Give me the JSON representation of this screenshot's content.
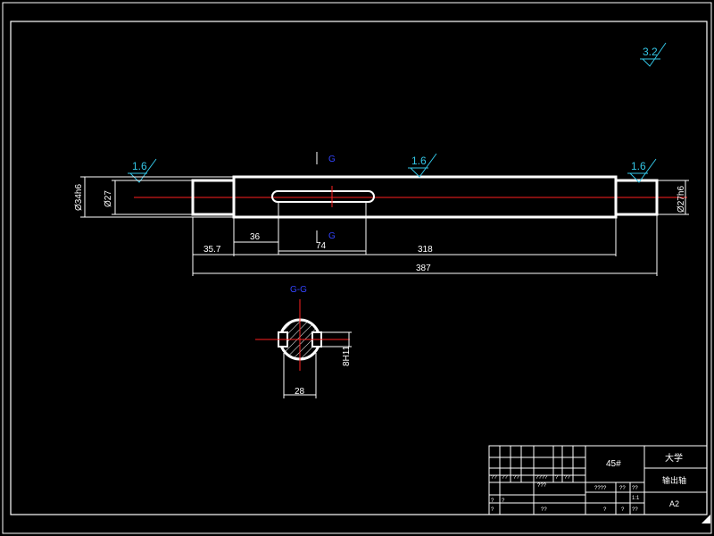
{
  "drawing": {
    "surface_roughness": {
      "general": "3.2",
      "left_journal": "1.6",
      "middle_section": "1.6",
      "right_journal": "1.6"
    },
    "section_marks": {
      "top": "G",
      "bottom": "G",
      "section_title": "G-G"
    },
    "diameters": {
      "left_outer": "Ø34h6",
      "left_inner": "Ø27",
      "right_end": "Ø27h6"
    },
    "dimensions": {
      "d1": "35.7",
      "d2": "36",
      "d3": "74",
      "d4": "318",
      "d5": "387"
    },
    "section_dims": {
      "width": "28",
      "key": "8H11"
    }
  },
  "title_block": {
    "material": "45#",
    "organization": "大学",
    "part_name": "输出轴",
    "scale": "1:1",
    "sheet": "A2",
    "placeholder_cells": [
      "??",
      "??",
      "??",
      "????",
      "?",
      "??",
      "???",
      "????",
      "??",
      "??",
      "?",
      "?",
      "?",
      "??",
      "?",
      "?",
      "??"
    ]
  },
  "colors": {
    "outline": "#ffffff",
    "centerline": "#ff2020",
    "roughness": "#33c6e6",
    "section_label": "#3344ff",
    "hatch": "#ffffff"
  }
}
